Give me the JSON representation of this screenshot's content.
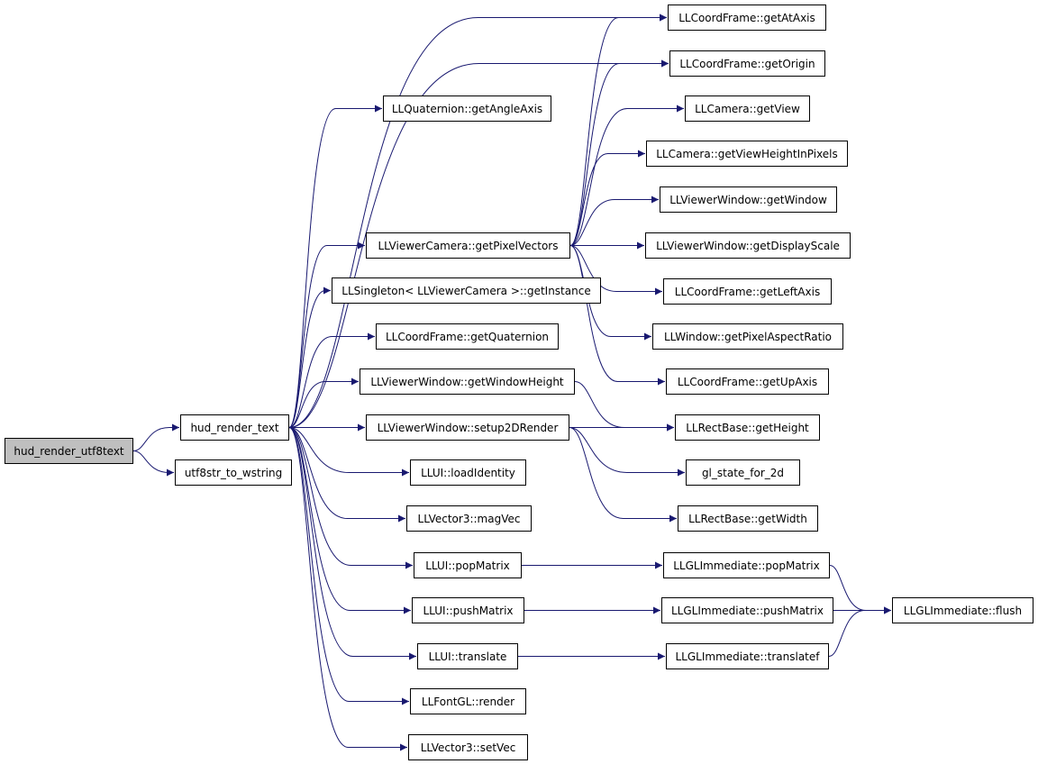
{
  "diagram": {
    "colors": {
      "edge": "#191970",
      "node_border": "#000000",
      "root_fill": "#bfbfbf",
      "node_fill": "#ffffff"
    },
    "nodes": {
      "root": "hud_render_utf8text",
      "hud_render_text": "hud_render_text",
      "utf8str_to_wstring": "utf8str_to_wstring",
      "quat_getAngleAxis": "LLQuaternion::getAngleAxis",
      "vc_getPixelVectors": "LLViewerCamera::getPixelVectors",
      "singleton_getInstance": "LLSingleton< LLViewerCamera >::getInstance",
      "cf_getQuaternion": "LLCoordFrame::getQuaternion",
      "vw_getWindowHeight": "LLViewerWindow::getWindowHeight",
      "vw_setup2DRender": "LLViewerWindow::setup2DRender",
      "ui_loadIdentity": "LLUI::loadIdentity",
      "v3_magVec": "LLVector3::magVec",
      "ui_popMatrix": "LLUI::popMatrix",
      "ui_pushMatrix": "LLUI::pushMatrix",
      "ui_translate": "LLUI::translate",
      "font_render": "LLFontGL::render",
      "v3_setVec": "LLVector3::setVec",
      "cf_getAtAxis": "LLCoordFrame::getAtAxis",
      "cf_getOrigin": "LLCoordFrame::getOrigin",
      "cam_getView": "LLCamera::getView",
      "cam_getViewHeightInPixels": "LLCamera::getViewHeightInPixels",
      "vw_getWindow": "LLViewerWindow::getWindow",
      "vw_getDisplayScale": "LLViewerWindow::getDisplayScale",
      "cf_getLeftAxis": "LLCoordFrame::getLeftAxis",
      "win_getPixelAspectRatio": "LLWindow::getPixelAspectRatio",
      "cf_getUpAxis": "LLCoordFrame::getUpAxis",
      "rect_getHeight": "LLRectBase::getHeight",
      "gl_state_for_2d": "gl_state_for_2d",
      "rect_getWidth": "LLRectBase::getWidth",
      "gli_popMatrix": "LLGLImmediate::popMatrix",
      "gli_pushMatrix": "LLGLImmediate::pushMatrix",
      "gli_translatef": "LLGLImmediate::translatef",
      "gli_flush": "LLGLImmediate::flush"
    },
    "edges": [
      [
        "root",
        "hud_render_text"
      ],
      [
        "root",
        "utf8str_to_wstring"
      ],
      [
        "hud_render_text",
        "quat_getAngleAxis"
      ],
      [
        "hud_render_text",
        "cf_getAtAxis"
      ],
      [
        "hud_render_text",
        "cf_getOrigin"
      ],
      [
        "hud_render_text",
        "vc_getPixelVectors"
      ],
      [
        "hud_render_text",
        "singleton_getInstance"
      ],
      [
        "hud_render_text",
        "cf_getQuaternion"
      ],
      [
        "hud_render_text",
        "vw_getWindowHeight"
      ],
      [
        "hud_render_text",
        "vw_setup2DRender"
      ],
      [
        "hud_render_text",
        "ui_loadIdentity"
      ],
      [
        "hud_render_text",
        "v3_magVec"
      ],
      [
        "hud_render_text",
        "ui_popMatrix"
      ],
      [
        "hud_render_text",
        "ui_pushMatrix"
      ],
      [
        "hud_render_text",
        "ui_translate"
      ],
      [
        "hud_render_text",
        "font_render"
      ],
      [
        "hud_render_text",
        "v3_setVec"
      ],
      [
        "vc_getPixelVectors",
        "cf_getAtAxis"
      ],
      [
        "vc_getPixelVectors",
        "cf_getOrigin"
      ],
      [
        "vc_getPixelVectors",
        "cam_getView"
      ],
      [
        "vc_getPixelVectors",
        "cam_getViewHeightInPixels"
      ],
      [
        "vc_getPixelVectors",
        "vw_getWindow"
      ],
      [
        "vc_getPixelVectors",
        "vw_getDisplayScale"
      ],
      [
        "vc_getPixelVectors",
        "cf_getLeftAxis"
      ],
      [
        "vc_getPixelVectors",
        "win_getPixelAspectRatio"
      ],
      [
        "vc_getPixelVectors",
        "cf_getUpAxis"
      ],
      [
        "vw_getWindowHeight",
        "rect_getHeight"
      ],
      [
        "vw_setup2DRender",
        "rect_getHeight"
      ],
      [
        "vw_setup2DRender",
        "gl_state_for_2d"
      ],
      [
        "vw_setup2DRender",
        "rect_getWidth"
      ],
      [
        "ui_popMatrix",
        "gli_popMatrix"
      ],
      [
        "ui_pushMatrix",
        "gli_pushMatrix"
      ],
      [
        "ui_translate",
        "gli_translatef"
      ],
      [
        "gli_popMatrix",
        "gli_flush"
      ],
      [
        "gli_pushMatrix",
        "gli_flush"
      ],
      [
        "gli_translatef",
        "gli_flush"
      ]
    ]
  }
}
